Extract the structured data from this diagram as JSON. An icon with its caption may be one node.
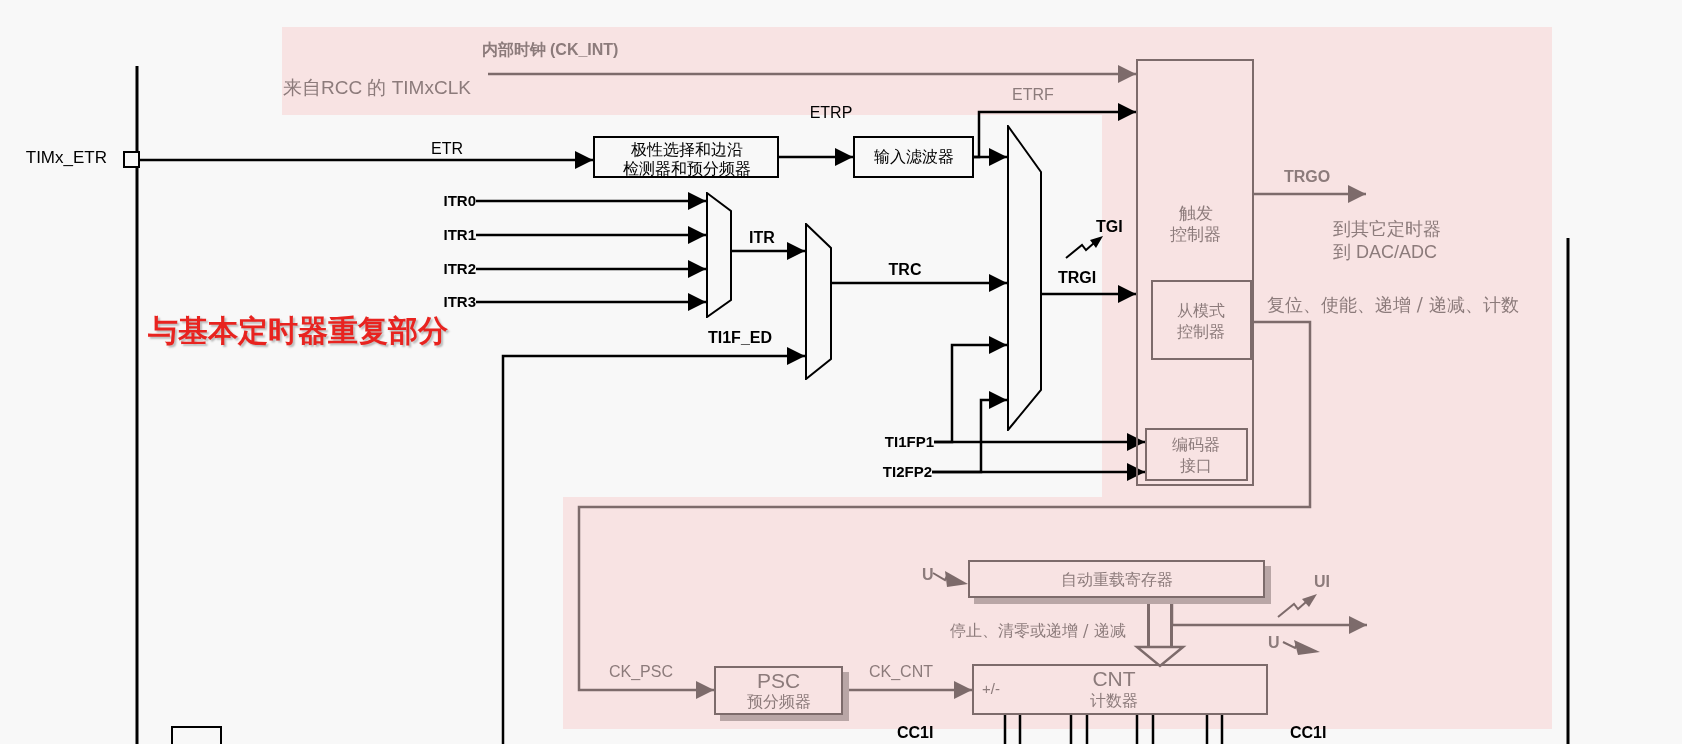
{
  "diagram": {
    "nodes": [
      {
        "text": [],
        "shape": "box",
        "beside": [
          "TIMx_ETR"
        ]
      },
      {
        "text": [
          "极性选择和边沿检测器和预分频器"
        ]
      },
      {
        "text": [
          "输入滤波器"
        ]
      },
      {
        "text": [
          "ITR0"
        ]
      },
      {
        "text": [
          "ITR1"
        ]
      },
      {
        "text": [
          "ITR2"
        ]
      },
      {
        "text": [
          "ITR3"
        ]
      },
      {
        "text": [],
        "shape": "trapezoid"
      },
      {
        "text": [],
        "shape": "trapezoid"
      },
      {
        "text": [],
        "shape": "trapezoid"
      },
      {
        "text": [
          "TI1FP1"
        ]
      },
      {
        "text": [
          "TI2FP2"
        ]
      },
      {
        "text": [
          "来自RCC 的 TIMxCLK"
        ]
      },
      {
        "text": [
          "触发控制器"
        ]
      },
      {
        "text": [
          "从模式控制器"
        ],
        "in": 13
      },
      {
        "text": [
          "编码器接口"
        ],
        "in": 13
      },
      {
        "text": [
          "PSC",
          "预分频器"
        ]
      },
      {
        "text": [
          "自动重载寄存器"
        ]
      },
      {
        "text": [
          "+/-",
          "CNT",
          "计数器"
        ]
      },
      {
        "text": [
          "到其它定时器",
          "到 DAC/ADC"
        ]
      }
    ],
    "edges": [
      {
        "from": 0,
        "to": 1,
        "arrow": "to",
        "label": "ETR"
      },
      {
        "from": 1,
        "to": 2,
        "arrow": "to",
        "label": "ETRP"
      },
      {
        "from": 2,
        "to": 9,
        "arrow": "to"
      },
      {
        "from": 2,
        "to": 13,
        "arrow": "to",
        "label": "ETRF"
      },
      {
        "from": 3,
        "to": 7,
        "arrow": "to"
      },
      {
        "from": 4,
        "to": 7,
        "arrow": "to"
      },
      {
        "from": 5,
        "to": 7,
        "arrow": "to"
      },
      {
        "from": 6,
        "to": 7,
        "arrow": "to"
      },
      {
        "from": 7,
        "to": 8,
        "arrow": "to",
        "label": "ITR"
      },
      {
        "from": null,
        "to": 8,
        "arrow": "to",
        "label": "TI1F_ED"
      },
      {
        "from": 8,
        "to": 9,
        "arrow": "to",
        "label": "TRC"
      },
      {
        "from": 9,
        "to": 13,
        "arrow": "to",
        "label": "TRGI"
      },
      {
        "from": 10,
        "to": 9,
        "arrow": "to"
      },
      {
        "from": 10,
        "to": 15,
        "arrow": "to"
      },
      {
        "from": 11,
        "to": 9,
        "arrow": "to"
      },
      {
        "from": 11,
        "to": 15,
        "arrow": "to"
      },
      {
        "from": 12,
        "to": 13,
        "arrow": "to",
        "label": "内部时钟 (CK_INT)",
        "color": "#7d6b6b"
      },
      {
        "from": 13,
        "to": 19,
        "arrow": "to",
        "label": "TRGO",
        "color": "#7d6b6b"
      },
      {
        "from": 14,
        "to": 16,
        "arrow": "to",
        "label": "CK_PSC",
        "color": "#7d6b6b"
      },
      {
        "from": 16,
        "to": 18,
        "arrow": "to",
        "label": "CK_CNT",
        "color": "#7d6b6b"
      },
      {
        "from": 17,
        "to": 18,
        "arrow": "to",
        "color": "#7d6b6b"
      },
      {
        "from": 17,
        "to": null,
        "arrow": "to",
        "color": "#7d6b6b"
      }
    ],
    "labels": [
      "与基本定时器重复部分",
      "TGI",
      "复位、使能、递增 / 递减、计数",
      "U",
      "停止、清零或递增 / 递减",
      "UI",
      "U",
      "CC1I",
      "CC1I"
    ]
  }
}
